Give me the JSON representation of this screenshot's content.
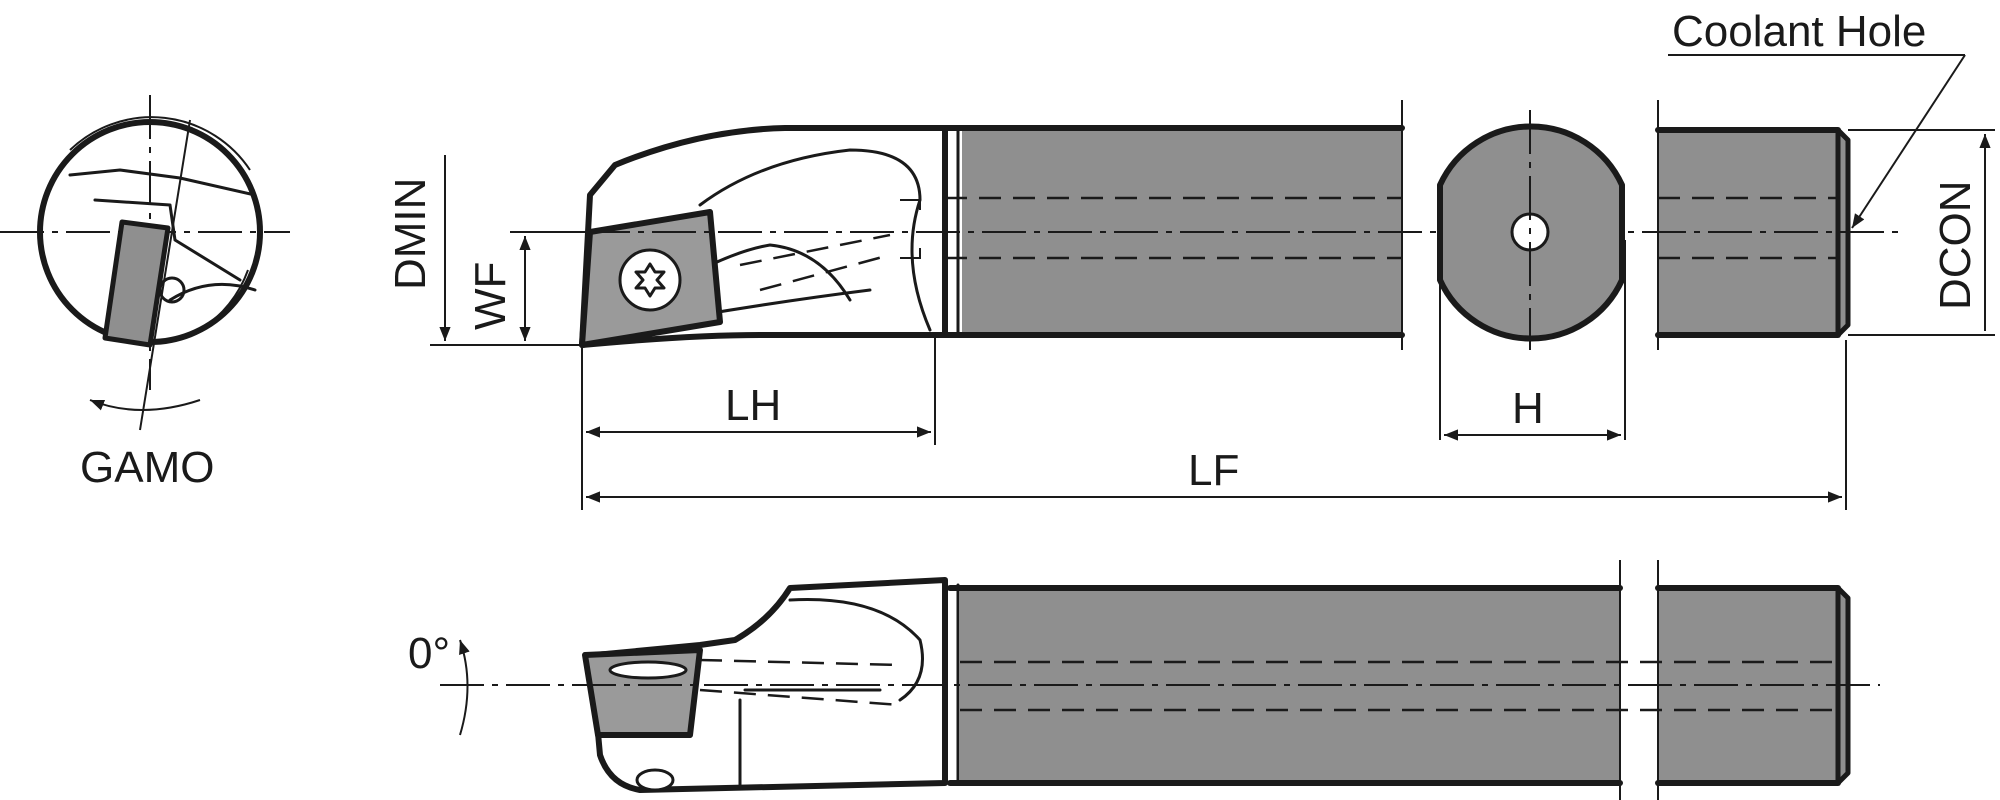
{
  "labels": {
    "coolant_hole": "Coolant Hole",
    "gamo": "GAMO",
    "dmin": "DMIN",
    "wf": "WF",
    "lh": "LH",
    "lf": "LF",
    "h": "H",
    "dcon": "DCON",
    "angle": "0°"
  },
  "colors": {
    "shank_fill": "#8f8f8f",
    "insert_fill": "#9a9a9a",
    "line": "#1a1a1a"
  }
}
